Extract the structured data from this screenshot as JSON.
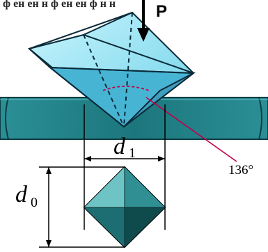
{
  "diagram": {
    "top_caption": "ф ен ен н ф ен ен ф н н",
    "force_label": "P",
    "diagonal_1": {
      "symbol": "d",
      "subscript": "1"
    },
    "diagonal_0": {
      "symbol": "d",
      "subscript": "0"
    },
    "angle_label": "136°",
    "colors": {
      "indenter_light": "#a8ecf8",
      "indenter_mid": "#5cc8e4",
      "indenter_dark": "#2f8fb0",
      "specimen": "#1f7f87",
      "specimen_dark": "#145c63",
      "angle_line": "#c0004a",
      "impression_light": "#5fb7b8",
      "impression_dark": "#10494c"
    }
  }
}
